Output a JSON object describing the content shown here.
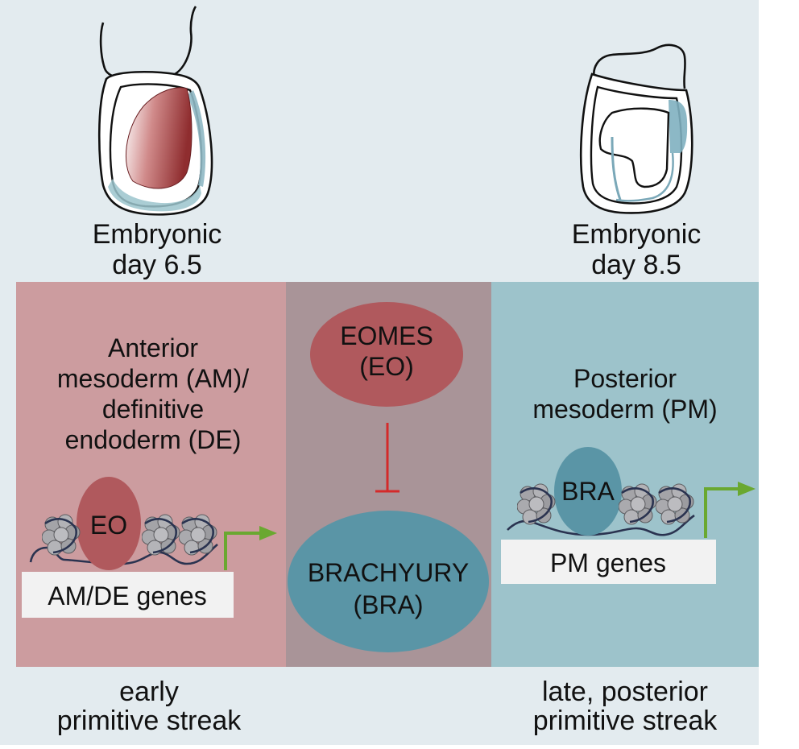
{
  "top_left_caption": {
    "line1": "Embryonic",
    "line2": "day 6.5"
  },
  "top_right_caption": {
    "line1": "Embryonic",
    "line2": "day 8.5"
  },
  "left_panel": {
    "title_lines": [
      "Anterior",
      "mesoderm (AM)/",
      "definitive",
      "endoderm (DE)"
    ],
    "factor_label": "EO",
    "gene_box_label": "AM/DE genes"
  },
  "middle_panel": {
    "top_factor_lines": [
      "EOMES",
      "(EO)"
    ],
    "bottom_factor_lines": [
      "BRACHYURY",
      "(BRA)"
    ]
  },
  "right_panel": {
    "title_lines": [
      "Posterior",
      "mesoderm (PM)"
    ],
    "factor_label": "BRA",
    "gene_box_label": "PM genes"
  },
  "bottom_left_caption": {
    "line1": "early",
    "line2": "primitive streak"
  },
  "bottom_right_caption": {
    "line1": "late, posterior",
    "line2": "primitive streak"
  },
  "colors": {
    "background": "#e3ebef",
    "left_panel": "#cc9c9f",
    "middle_panel": "#a99498",
    "right_panel": "#9dc3cb",
    "eomes_red": "#b0595d",
    "brachyury_blue": "#5a95a6",
    "inhibition_red": "#d42a2a",
    "arrow_green": "#6aa830",
    "nucleosome_gray": "#a4a4a8",
    "dna_navy": "#2a3350"
  }
}
